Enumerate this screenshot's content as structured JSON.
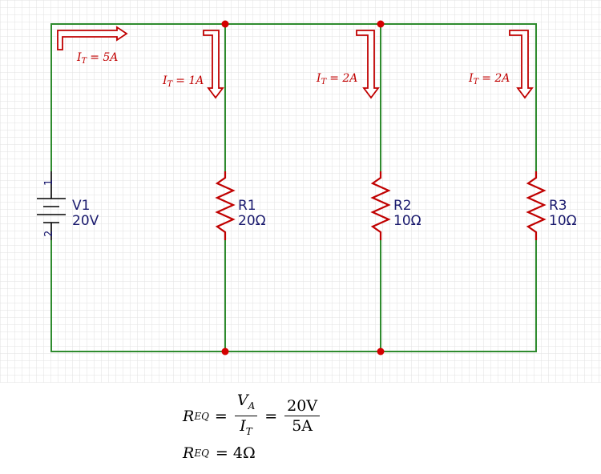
{
  "source": {
    "name": "V1",
    "value": "20V",
    "pin_top": "1",
    "pin_bottom": "2"
  },
  "resistors": [
    {
      "name": "R1",
      "value": "20Ω"
    },
    {
      "name": "R2",
      "value": "10Ω"
    },
    {
      "name": "R3",
      "value": "10Ω"
    }
  ],
  "currents": [
    {
      "symbol": "I",
      "sub": "T",
      "value": "= 5A"
    },
    {
      "symbol": "I",
      "sub": "T",
      "value": "= 1A"
    },
    {
      "symbol": "I",
      "sub": "T",
      "value": "= 2A"
    },
    {
      "symbol": "I",
      "sub": "T",
      "value": "= 2A"
    }
  ],
  "equation": {
    "lhs": "R",
    "lhs_sub": "EQ",
    "eq": "=",
    "frac1_num": "V",
    "frac1_num_sub": "A",
    "frac1_den": "I",
    "frac1_den_sub": "T",
    "frac2_num": "20V",
    "frac2_den": "5A",
    "result_lhs": "R",
    "result_sub": "EQ",
    "result_value": "= 4Ω"
  },
  "colors": {
    "wire": "#2e8b2e",
    "resistor": "#c00000",
    "arrow": "#c00000",
    "node": "#d40000",
    "grid": "#e2e2e2",
    "battery": "#000000",
    "label": "#1a1a6e"
  }
}
